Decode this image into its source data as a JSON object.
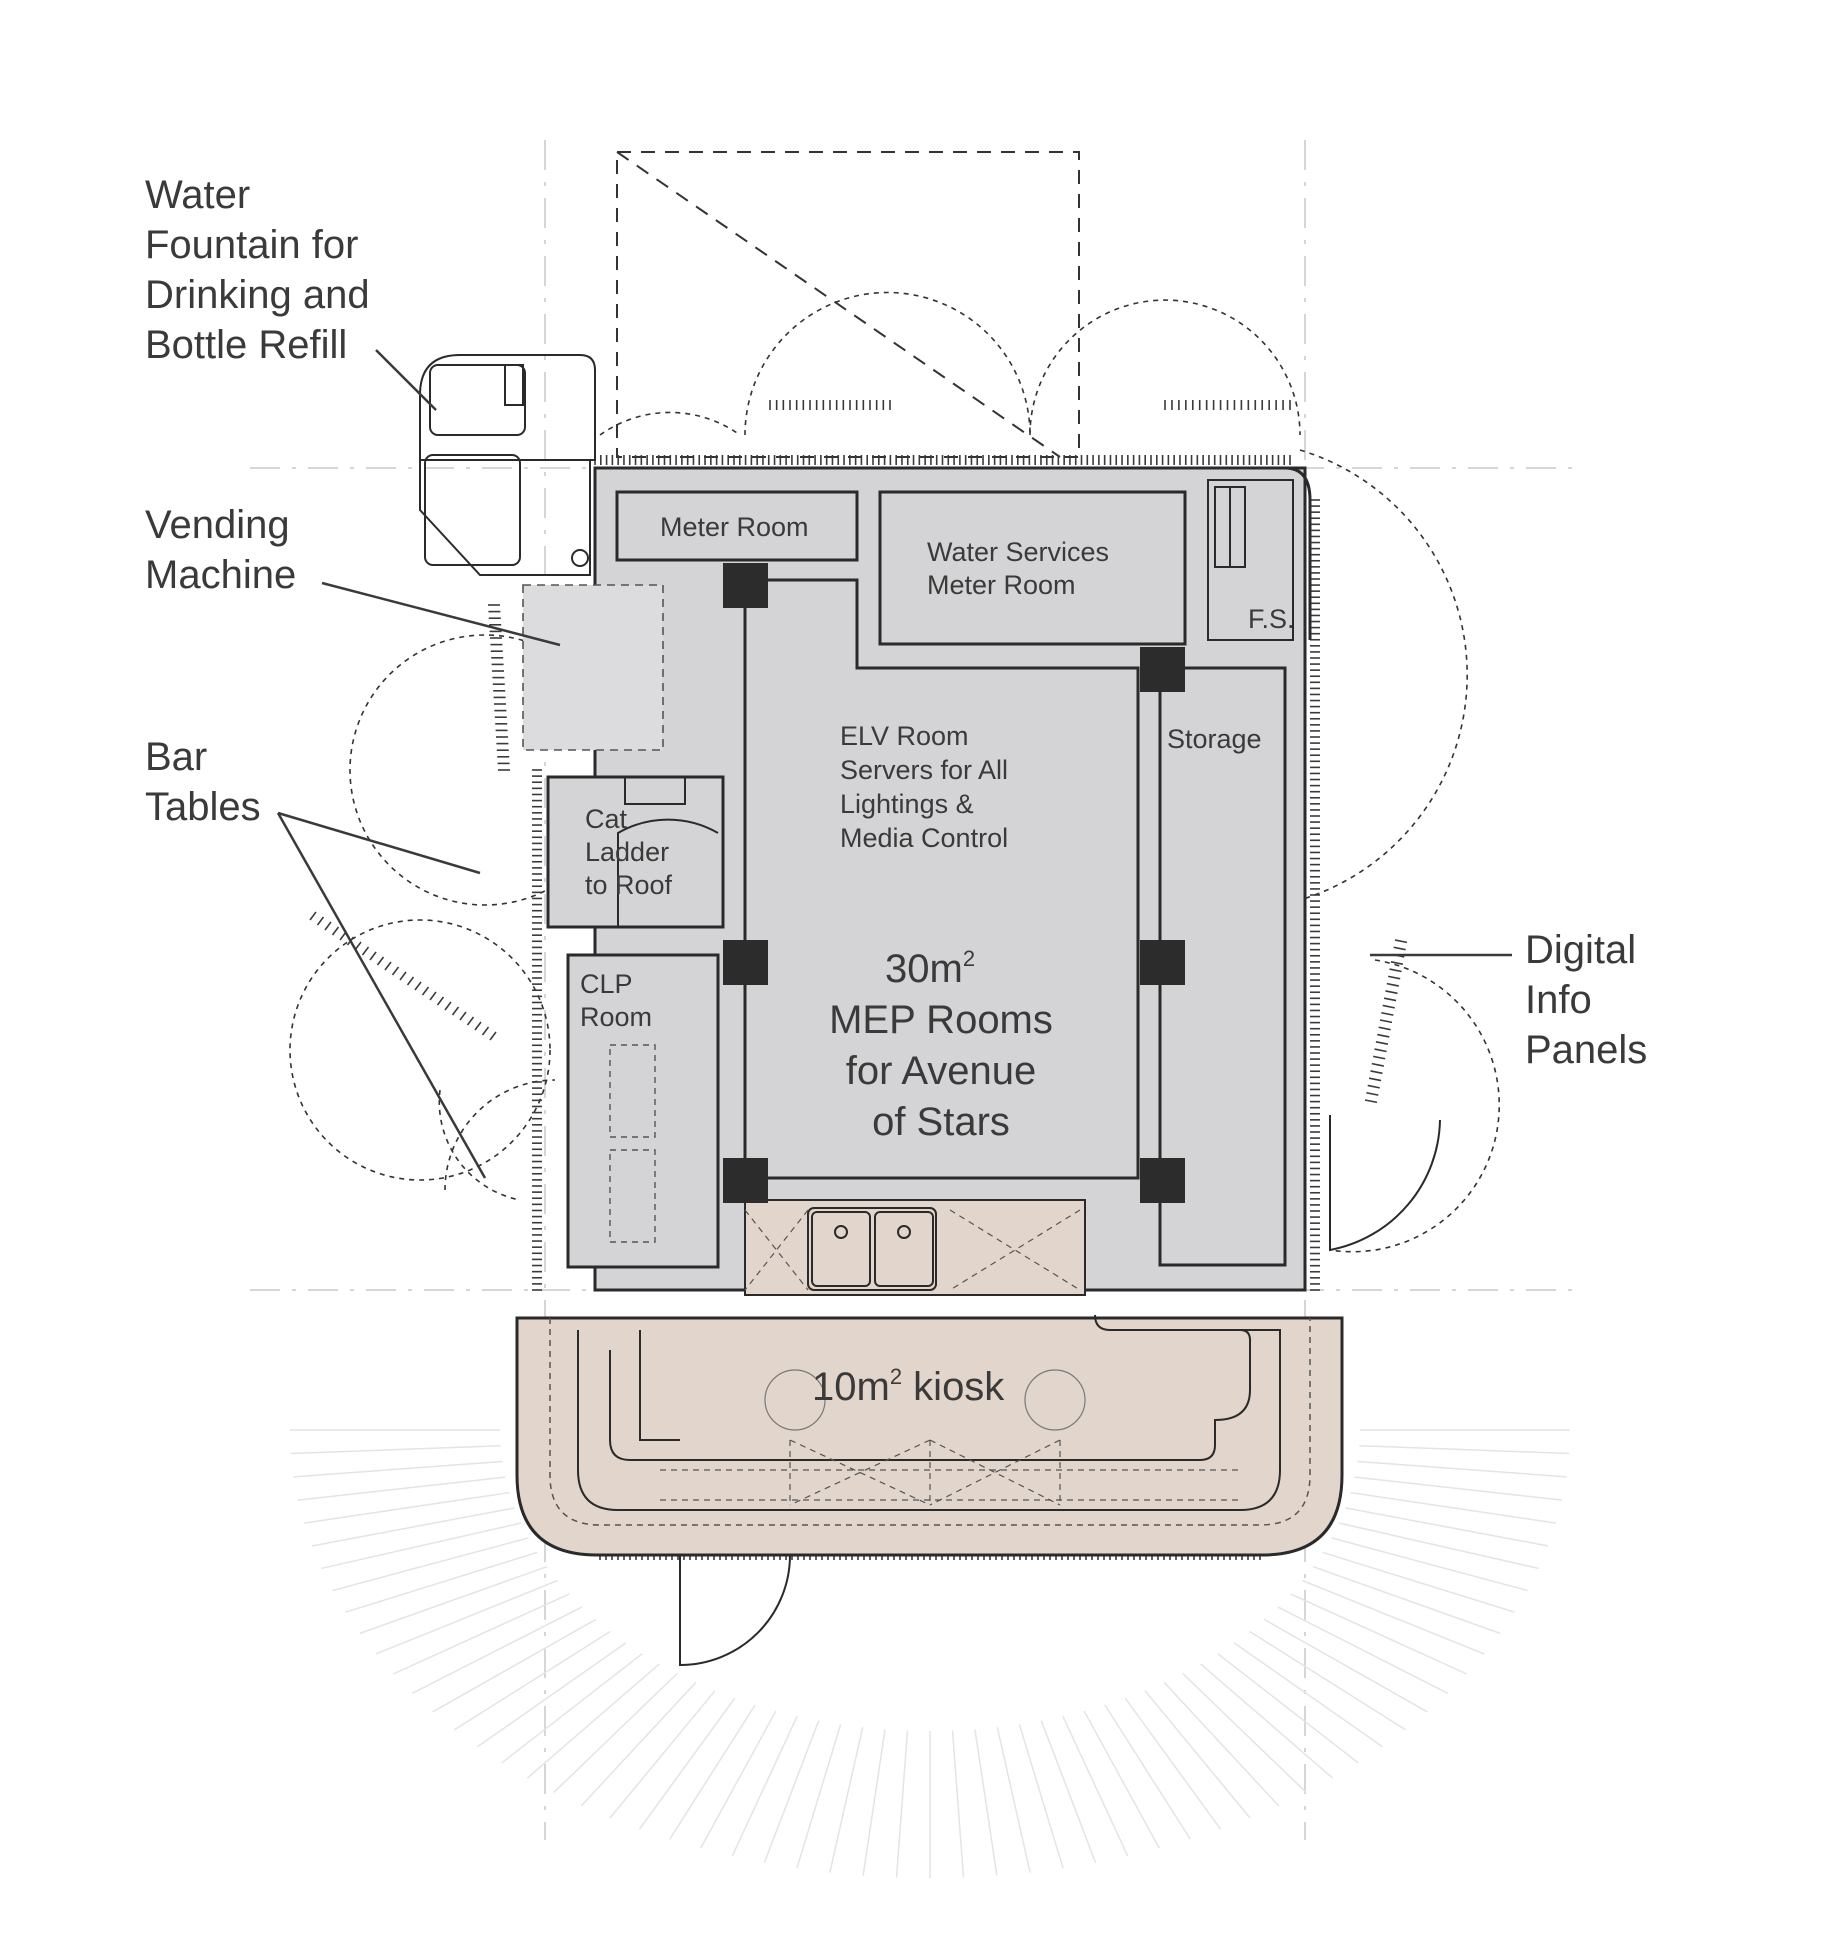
{
  "callouts": {
    "water_fountain": [
      "Water",
      "Fountain for",
      "Drinking and",
      "Bottle Refill"
    ],
    "vending_machine": [
      "Vending",
      "Machine"
    ],
    "bar_tables": [
      "Bar",
      "Tables"
    ],
    "digital_info_panels": [
      "Digital",
      "Info",
      "Panels"
    ]
  },
  "rooms": {
    "meter_room": "Meter Room",
    "water_services": [
      "Water Services",
      "Meter Room"
    ],
    "fs": "F.S.",
    "storage": "Storage",
    "elv_room": [
      "ELV Room",
      "Servers for All",
      "Lightings &",
      "Media Control"
    ],
    "cat_ladder": [
      "Cat",
      "Ladder",
      "to Roof"
    ],
    "clp_room": [
      "CLP",
      "Room"
    ],
    "mep_area": "30m",
    "mep_area_sup": "2",
    "mep_lines": [
      "MEP Rooms",
      "for Avenue",
      "of Stars"
    ],
    "kiosk_area": "10m",
    "kiosk_area_sup": "2",
    "kiosk_label": " kiosk"
  },
  "colors": {
    "room_fill": "#d4d4d6",
    "kiosk_fill": "#e2d6cc",
    "line": "#2a2a2a",
    "text": "#3a3a3a"
  }
}
